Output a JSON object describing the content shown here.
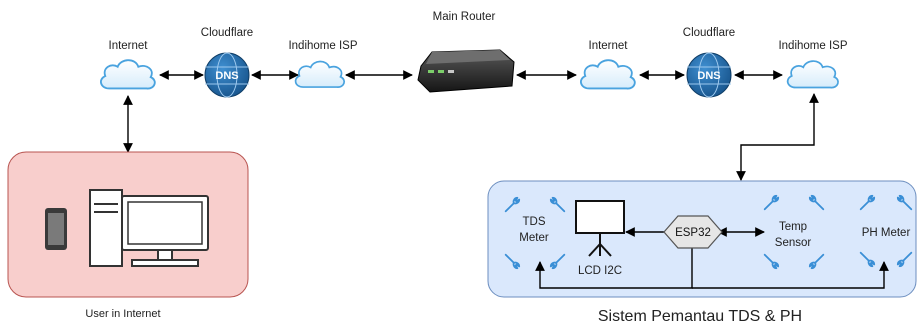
{
  "title": "Sistem Pemantau TDS & PH",
  "router": {
    "label": "Main Router"
  },
  "left_chain": {
    "internet": "Internet",
    "dns_provider": "Cloudflare",
    "dns_badge": "DNS",
    "isp": "Indihome ISP"
  },
  "right_chain": {
    "internet": "Internet",
    "dns_provider": "Cloudflare",
    "dns_badge": "DNS",
    "isp": "Indihome ISP"
  },
  "user_box": {
    "label": "User in Internet"
  },
  "system_box": {
    "tds_line1": "TDS",
    "tds_line2": "Meter",
    "lcd": "LCD I2C",
    "esp": "ESP32",
    "temp_line1": "Temp",
    "temp_line2": "Sensor",
    "ph": "PH Meter"
  },
  "colors": {
    "user_box_fill": "#f8cecc",
    "system_box_fill": "#dae8fc",
    "cloud_blue": "#4aa3df",
    "dns_blue": "#1f6fb0",
    "wrench_blue": "#3a8fd6"
  }
}
